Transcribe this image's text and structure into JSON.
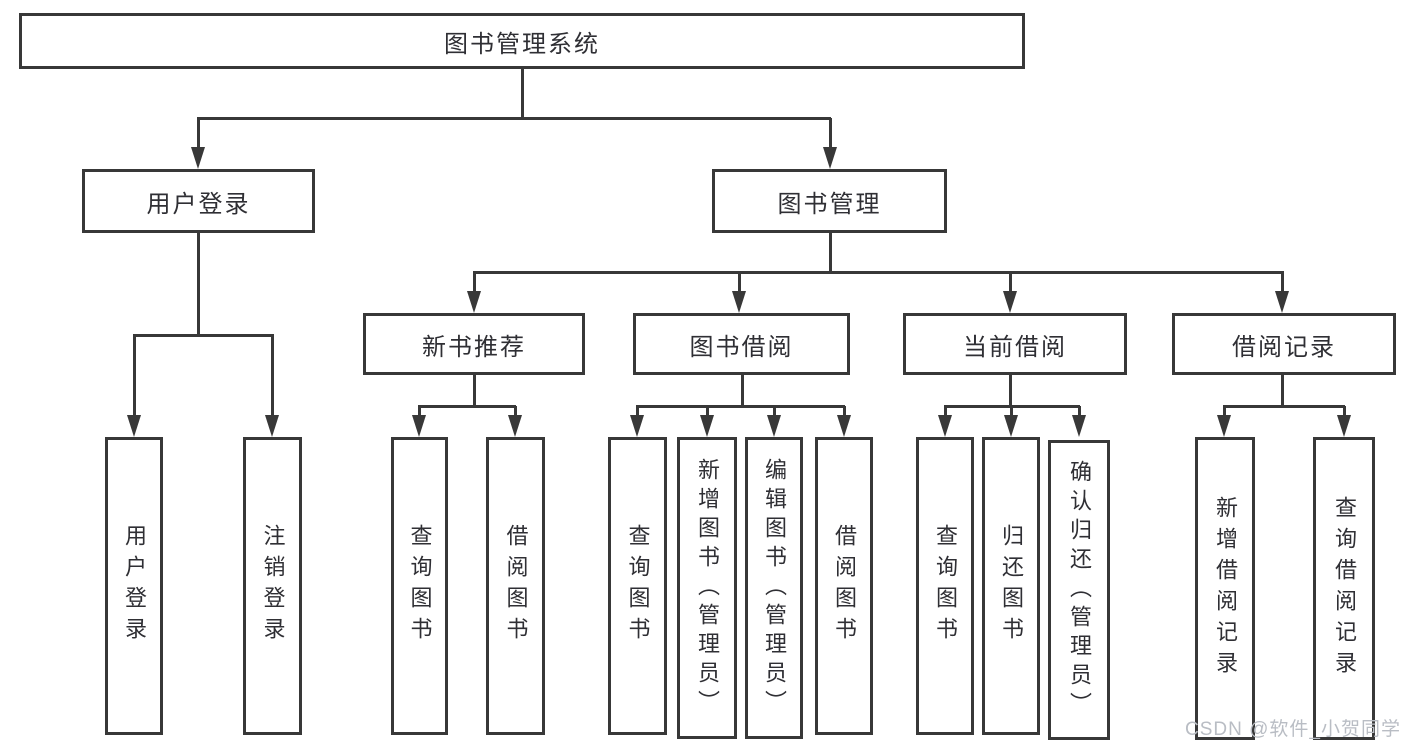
{
  "nodes": {
    "root": "图书管理系统",
    "level2": {
      "user_login": "用户登录",
      "book_mgmt": "图书管理"
    },
    "level3": {
      "new_book": "新书推荐",
      "book_borrow": "图书借阅",
      "current_borrow": "当前借阅",
      "borrow_records": "借阅记录"
    },
    "leaves": {
      "user_login": "用户登录",
      "logout": "注销登录",
      "query_book_a": "查询图书",
      "borrow_book_a": "借阅图书",
      "query_book_b": "查询图书",
      "add_book": "新增图书（管理员）",
      "edit_book": "编辑图书（管理员）",
      "borrow_book_b": "借阅图书",
      "query_book_c": "查询图书",
      "return_book": "归还图书",
      "confirm_return": "确认归还（管理员）",
      "add_record": "新增借阅记录",
      "query_record": "查询借阅记录"
    }
  },
  "watermark": "CSDN @软件_小贺同学",
  "colors": {
    "line": "#383838",
    "text": "#2f2f34",
    "watermark": "#b9bdc4",
    "background": "#ffffff"
  }
}
